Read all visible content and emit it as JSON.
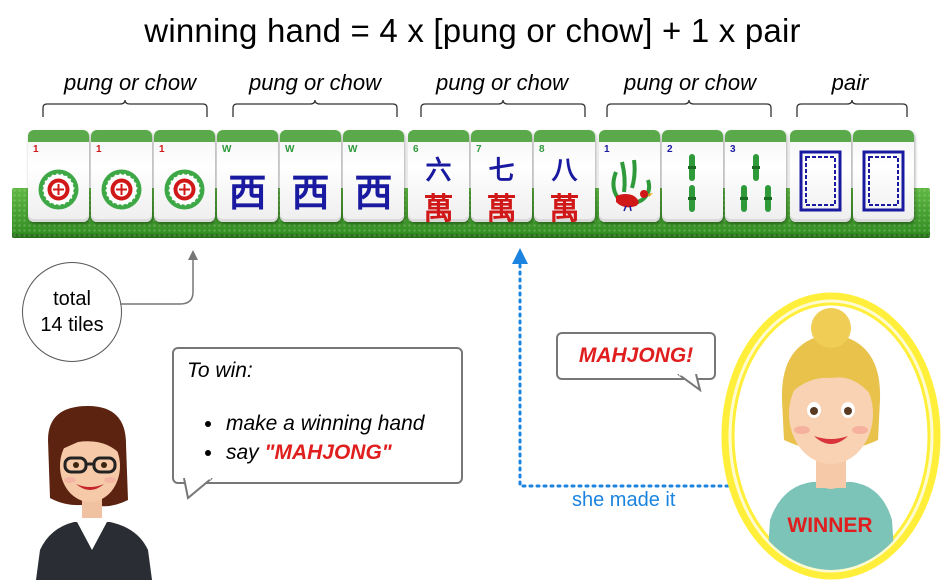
{
  "title": "winning hand = 4 x [pung or chow] + 1 x pair",
  "group_labels": [
    "pung or chow",
    "pung or chow",
    "pung or chow",
    "pung or chow",
    "pair"
  ],
  "tiles": [
    {
      "num": "1",
      "glyph": "circle-dot",
      "suit": "dots"
    },
    {
      "num": "1",
      "glyph": "circle-dot",
      "suit": "dots"
    },
    {
      "num": "1",
      "glyph": "circle-dot",
      "suit": "dots"
    },
    {
      "num": "W",
      "glyph": "西",
      "suit": "wind"
    },
    {
      "num": "W",
      "glyph": "西",
      "suit": "wind"
    },
    {
      "num": "W",
      "glyph": "西",
      "suit": "wind"
    },
    {
      "num": "6",
      "glyph": "六",
      "suit": "characters",
      "lower": "萬"
    },
    {
      "num": "7",
      "glyph": "七",
      "suit": "characters",
      "lower": "萬"
    },
    {
      "num": "8",
      "glyph": "八",
      "suit": "characters",
      "lower": "萬"
    },
    {
      "num": "1",
      "glyph": "bird",
      "suit": "bamboo"
    },
    {
      "num": "2",
      "glyph": "bamboo-2",
      "suit": "bamboo"
    },
    {
      "num": "3",
      "glyph": "bamboo-3",
      "suit": "bamboo"
    },
    {
      "num": "",
      "glyph": "white-dragon",
      "suit": "dragon"
    },
    {
      "num": "",
      "glyph": "white-dragon",
      "suit": "dragon"
    }
  ],
  "total_note": {
    "line1": "total",
    "line2": "14 tiles"
  },
  "rules": {
    "title": "To win:",
    "item1": "make a winning hand",
    "item2_prefix": "say ",
    "item2_emphasis": "\"MAHJONG\""
  },
  "shout": "MAHJONG!",
  "she_made_it": "she made it",
  "winner_label": "WINNER",
  "colors": {
    "tile_back": "#5aa94a",
    "mat": "#3f9a2a",
    "red_text": "#e01e1e",
    "blue_arrow": "#1b84e0",
    "winner_ring": "#ffef3a",
    "character_blue": "#1a1aa0",
    "character_red": "#d01818",
    "bamboo_green": "#2e9a3a"
  }
}
